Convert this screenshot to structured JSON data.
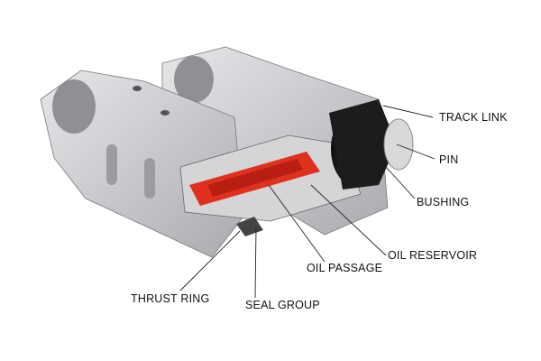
{
  "diagram": {
    "labels": {
      "track_link": "TRACK LINK",
      "pin": "PIN",
      "bushing": "BUSHING",
      "oil_reservoir": "OIL RESERVOIR",
      "oil_passage": "OIL PASSAGE",
      "thrust_ring": "THRUST RING",
      "seal_group": "SEAL GROUP"
    },
    "colors": {
      "metal": "#c9cacc",
      "metal_dark": "#8e9094",
      "oil": "#e0301e",
      "bushing": "#1c1c1c"
    }
  }
}
